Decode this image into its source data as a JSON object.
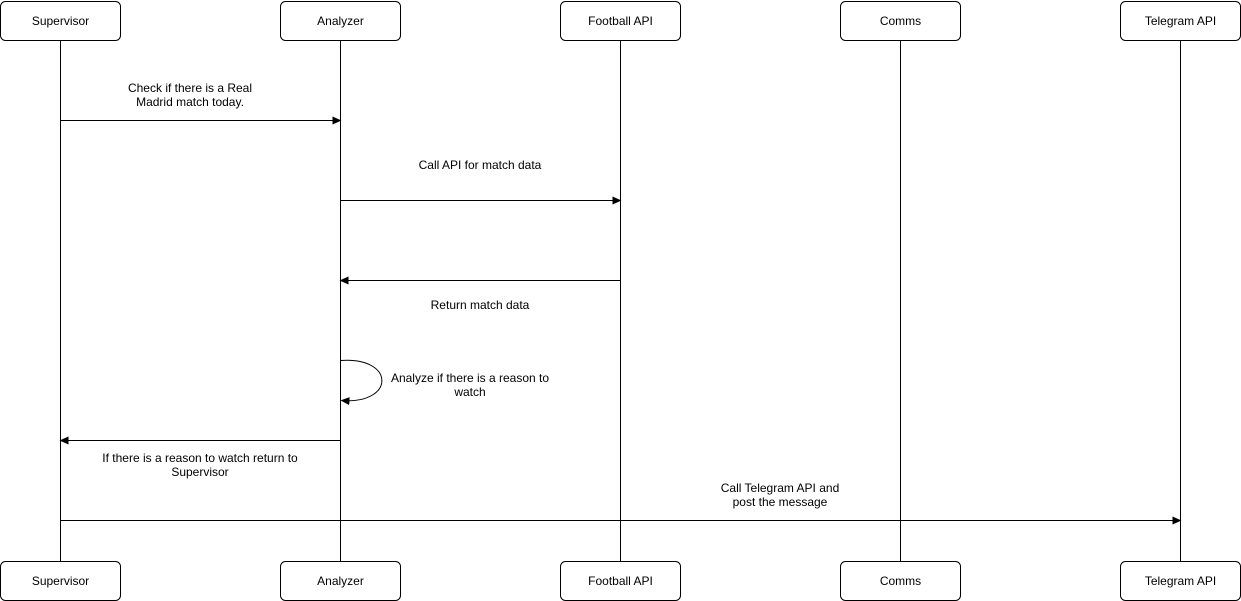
{
  "participants": [
    {
      "id": "supervisor",
      "label": "Supervisor"
    },
    {
      "id": "analyzer",
      "label": "Analyzer"
    },
    {
      "id": "football",
      "label": "Football API"
    },
    {
      "id": "comms",
      "label": "Comms"
    },
    {
      "id": "telegram",
      "label": "Telegram API"
    }
  ],
  "messages": [
    {
      "from": "supervisor",
      "to": "analyzer",
      "lines": [
        "Check if there is a Real",
        "Madrid match today."
      ]
    },
    {
      "from": "analyzer",
      "to": "football",
      "lines": [
        "Call API for match data"
      ]
    },
    {
      "from": "football",
      "to": "analyzer",
      "lines": [
        "Return match data"
      ]
    },
    {
      "from": "analyzer",
      "to": "analyzer",
      "lines": [
        "Analyze if there is a reason to",
        "watch"
      ]
    },
    {
      "from": "analyzer",
      "to": "supervisor",
      "lines": [
        "If there is a reason to watch return to",
        "Supervisor"
      ]
    },
    {
      "from": "supervisor",
      "to": "telegram",
      "lines": [
        "Call Telegram API and",
        "post the message"
      ]
    }
  ]
}
